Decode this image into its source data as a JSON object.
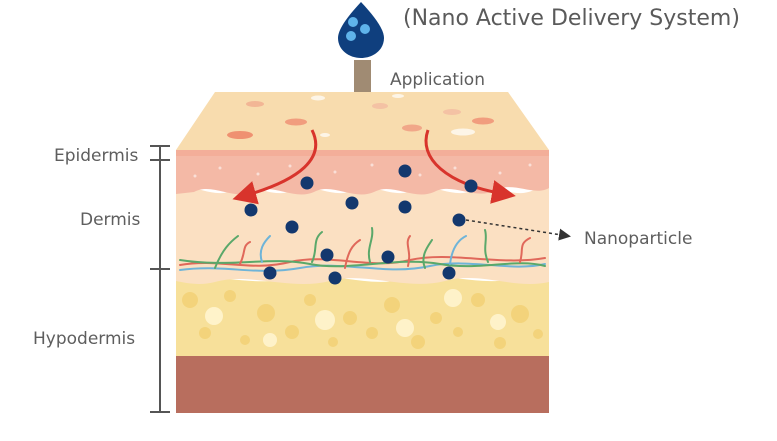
{
  "title": "(Nano Active Delivery System)",
  "application_label": "Application",
  "layers": {
    "epidermis": "Epidermis",
    "dermis": "Dermis",
    "hypodermis": "Hypodermis"
  },
  "nanoparticle_label": "Nanoparticle",
  "icons": {
    "droplet": "nano-droplet-icon",
    "arrow": "application-arrow-icon"
  },
  "colors": {
    "top_surface": "#f8dcae",
    "epidermis": "#f4b9a6",
    "dermis": "#fbe0c2",
    "hypodermis": "#f7e09a",
    "muscle": "#b86e5e",
    "nanoparticle": "#13386e",
    "droplet": "#0f3f7e",
    "arrow_brown": "#a08b73",
    "spread_arrow": "#d8342c",
    "text": "#5e5e5e"
  }
}
